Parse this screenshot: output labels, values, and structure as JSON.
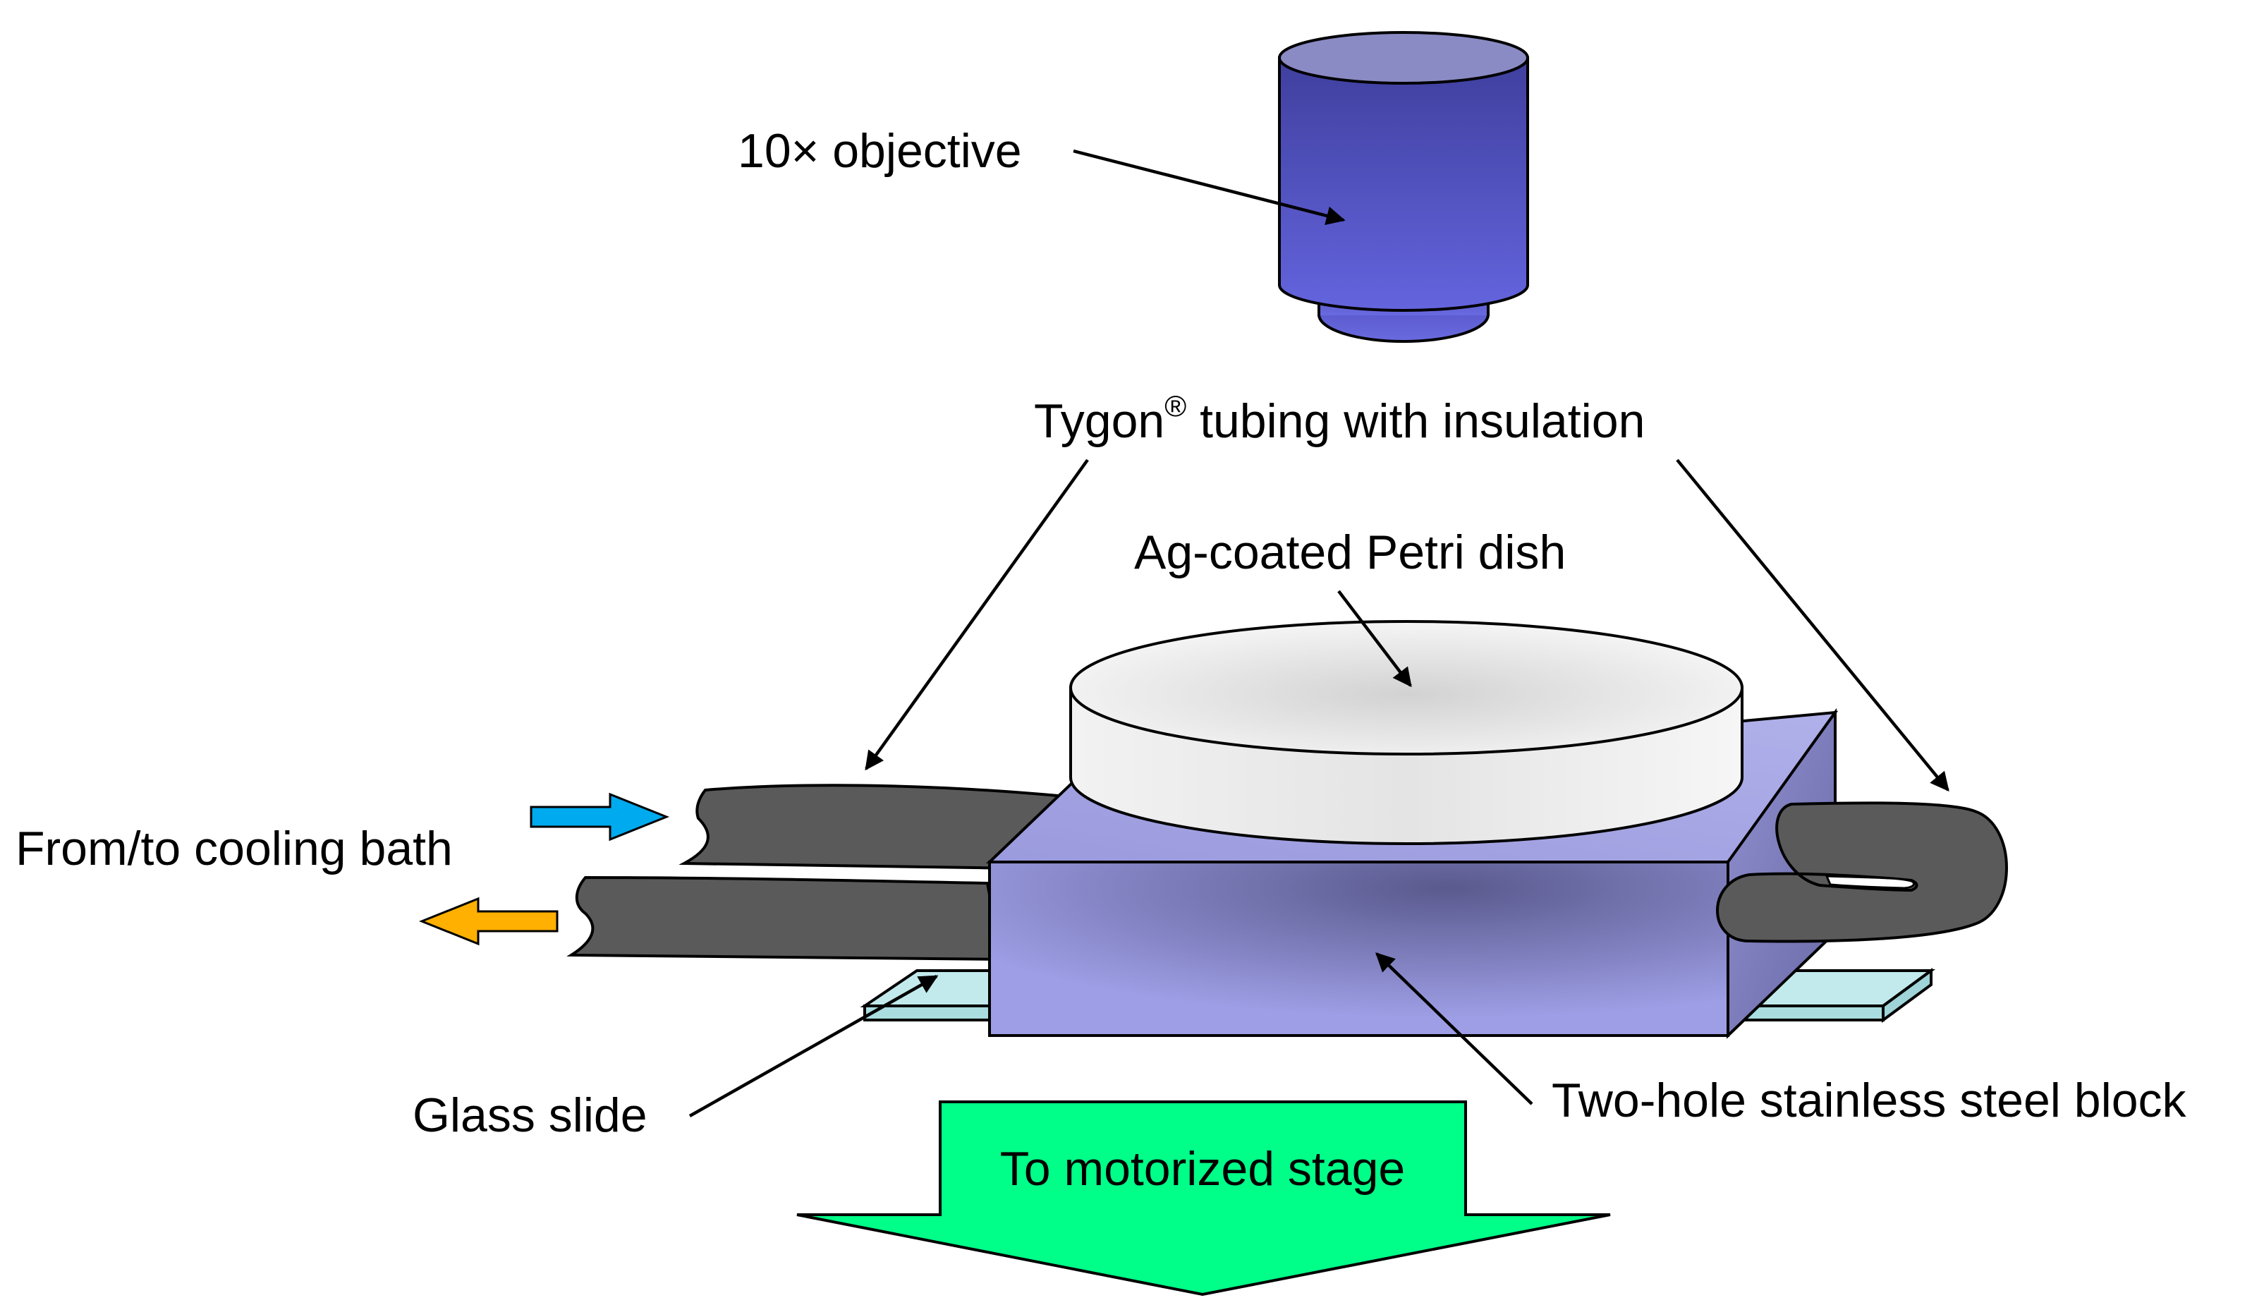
{
  "labels": {
    "objective": "10× objective",
    "tubing_prefix": "Tygon",
    "tubing_reg": "®",
    "tubing_suffix": " tubing with insulation",
    "dish": "Ag-coated Petri dish",
    "cooling": "From/to cooling bath",
    "slide": "Glass slide",
    "block": "Two-hole stainless steel block",
    "stage": "To motorized stage"
  },
  "colors": {
    "objective_top": "#8a8bc4",
    "objective_body_dark": "#3f3f9e",
    "objective_body_light": "#6060da",
    "block_front_center": "#5d5d93",
    "block_front_edge": "#9c9ce4",
    "block_side": "#7a7ab0",
    "block_top": "#a4a4dc",
    "tubing": "#5a5a5a",
    "glass": "#bfe8ea",
    "dish": "#ececec",
    "stage_arrow": "#00ff88",
    "inflow_arrow": "#00aaee",
    "outflow_arrow": "#ffb000"
  }
}
